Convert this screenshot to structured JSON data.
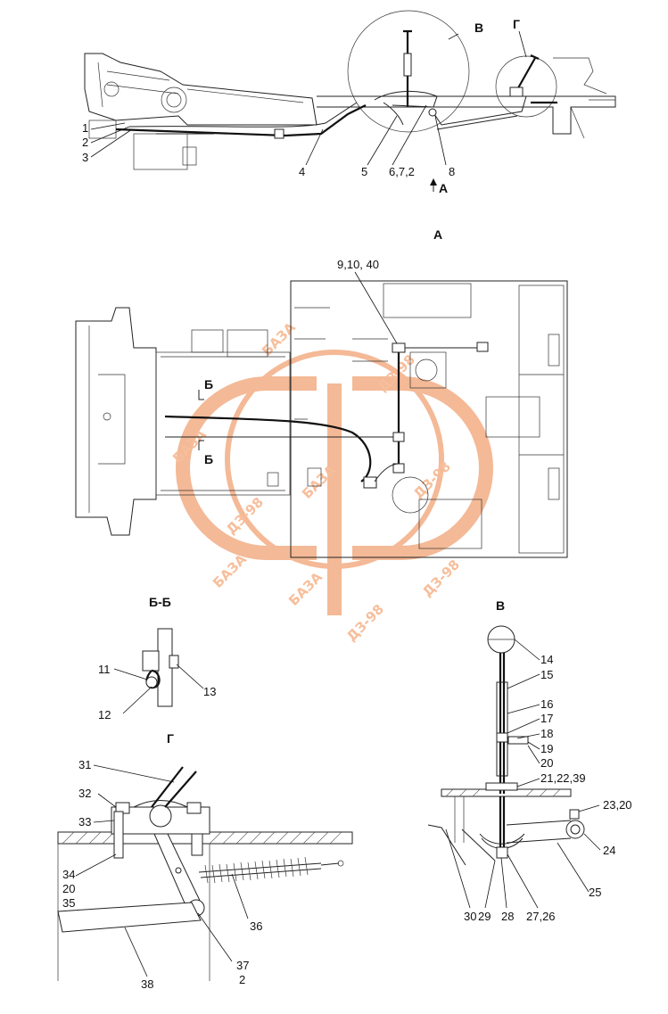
{
  "views": {
    "top_callouts": [
      "1",
      "2",
      "3",
      "4",
      "5",
      "6,7,2",
      "8"
    ],
    "view_arrow_label": "А",
    "circle_label_v": "В",
    "circle_label_g": "Г",
    "plan_title": "А",
    "plan_callout": "9,10, 40",
    "section_mark": "Б",
    "section_title": "Б-Б",
    "section_callouts": [
      "11",
      "12",
      "13"
    ],
    "detail_g_title": "Г",
    "detail_g_callouts": [
      "31",
      "32",
      "33",
      "34",
      "20",
      "35",
      "36",
      "37",
      "2",
      "38"
    ],
    "detail_v_title": "В",
    "detail_v_callouts": [
      "14",
      "15",
      "16",
      "17",
      "18",
      "19",
      "20",
      "21,22,39",
      "23,20",
      "24",
      "25",
      "30",
      "29",
      "28",
      "27,26"
    ]
  },
  "watermark": {
    "text": "БАЗА",
    "code": "ДЗ-98",
    "color": "#f6b38a"
  }
}
